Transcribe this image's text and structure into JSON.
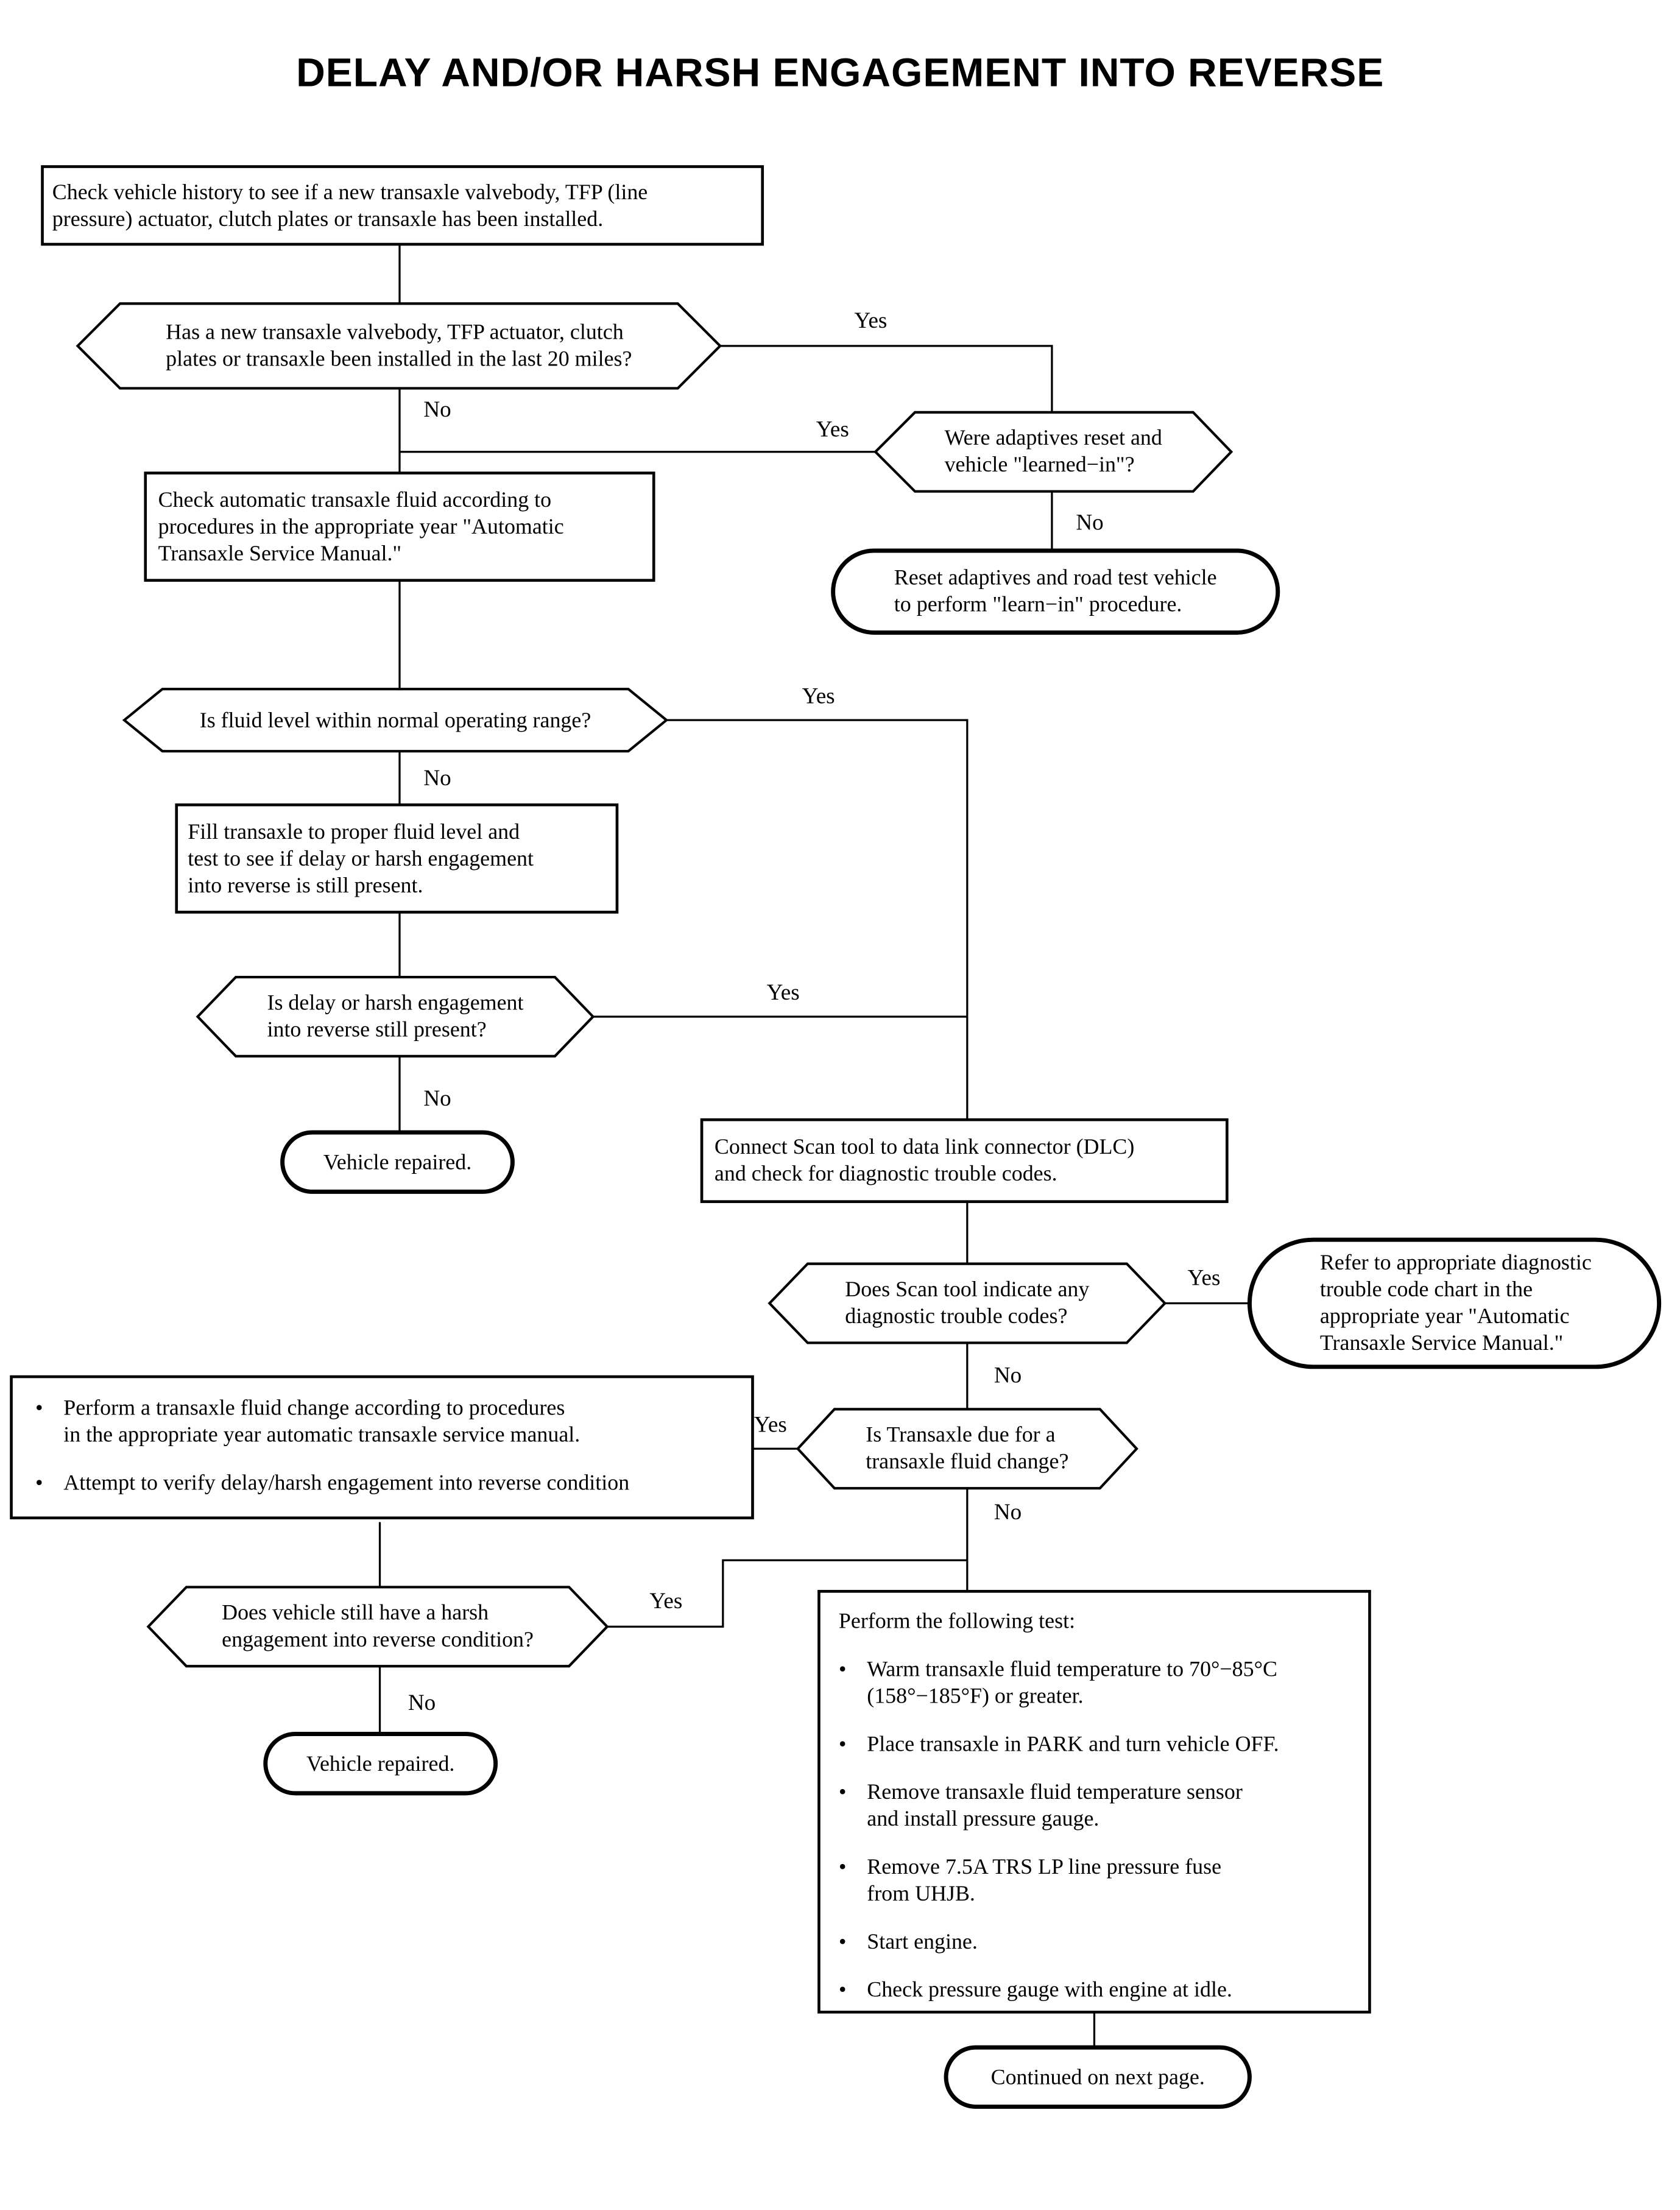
{
  "title": "DELAY AND/OR HARSH ENGAGEMENT INTO REVERSE",
  "glyphs": {
    "bullet": "•"
  },
  "labels": {
    "yes": "Yes",
    "no": "No"
  },
  "colors": {
    "line": "#000000",
    "background": "#ffffff"
  },
  "nodes": {
    "check_history": "Check vehicle history to see if a new transaxle valvebody, TFP (line\npressure) actuator, clutch plates or transaxle has been installed.",
    "q_new_parts": "Has a new transaxle valvebody, TFP actuator, clutch\nplates or transaxle been installed in the last 20 miles?",
    "q_adaptives_reset": "Were adaptives reset and\nvehicle \"learned−in\"?",
    "reset_adaptives": "Reset adaptives and road test vehicle\nto perform \"learn−in\" procedure.",
    "check_fluid": "Check automatic transaxle fluid according to\nprocedures in the appropriate year \"Automatic\nTransaxle Service Manual.\"",
    "q_fluid_level": "Is fluid level within normal operating range?",
    "fill_transaxle": "Fill transaxle to proper fluid level and\ntest to see if delay or harsh engagement\ninto reverse is still present.",
    "q_delay_present": "Is delay or harsh engagement\ninto reverse still present?",
    "vehicle_repaired_1": "Vehicle repaired.",
    "connect_scan": "Connect Scan tool to data link connector (DLC)\nand check for diagnostic trouble codes.",
    "q_dtc": "Does Scan tool indicate any\ndiagnostic trouble codes?",
    "refer_dtc_chart": "Refer to appropriate diagnostic\ntrouble code chart in the\nappropriate year \"Automatic\nTransaxle Service Manual.\"",
    "q_fluid_change_due": "Is Transaxle due for a\ntransaxle fluid change?",
    "fluid_change": {
      "bullets": [
        "Perform a transaxle fluid change according to procedures\nin the appropriate year automatic transaxle service manual.",
        "Attempt to verify delay/harsh engagement into reverse condition"
      ]
    },
    "q_still_harsh": "Does vehicle still have a harsh\nengagement into reverse condition?",
    "vehicle_repaired_2": "Vehicle repaired.",
    "pressure_test": {
      "intro": "Perform the following test:",
      "bullets": [
        "Warm transaxle fluid temperature to 70°−85°C\n(158°−185°F) or greater.",
        "Place transaxle in PARK and turn vehicle OFF.",
        "Remove transaxle fluid temperature sensor\nand install pressure gauge.",
        "Remove 7.5A TRS LP line pressure fuse\nfrom UHJB.",
        "Start engine.",
        "Check pressure gauge with engine at idle."
      ]
    },
    "continued": "Continued on next page."
  }
}
